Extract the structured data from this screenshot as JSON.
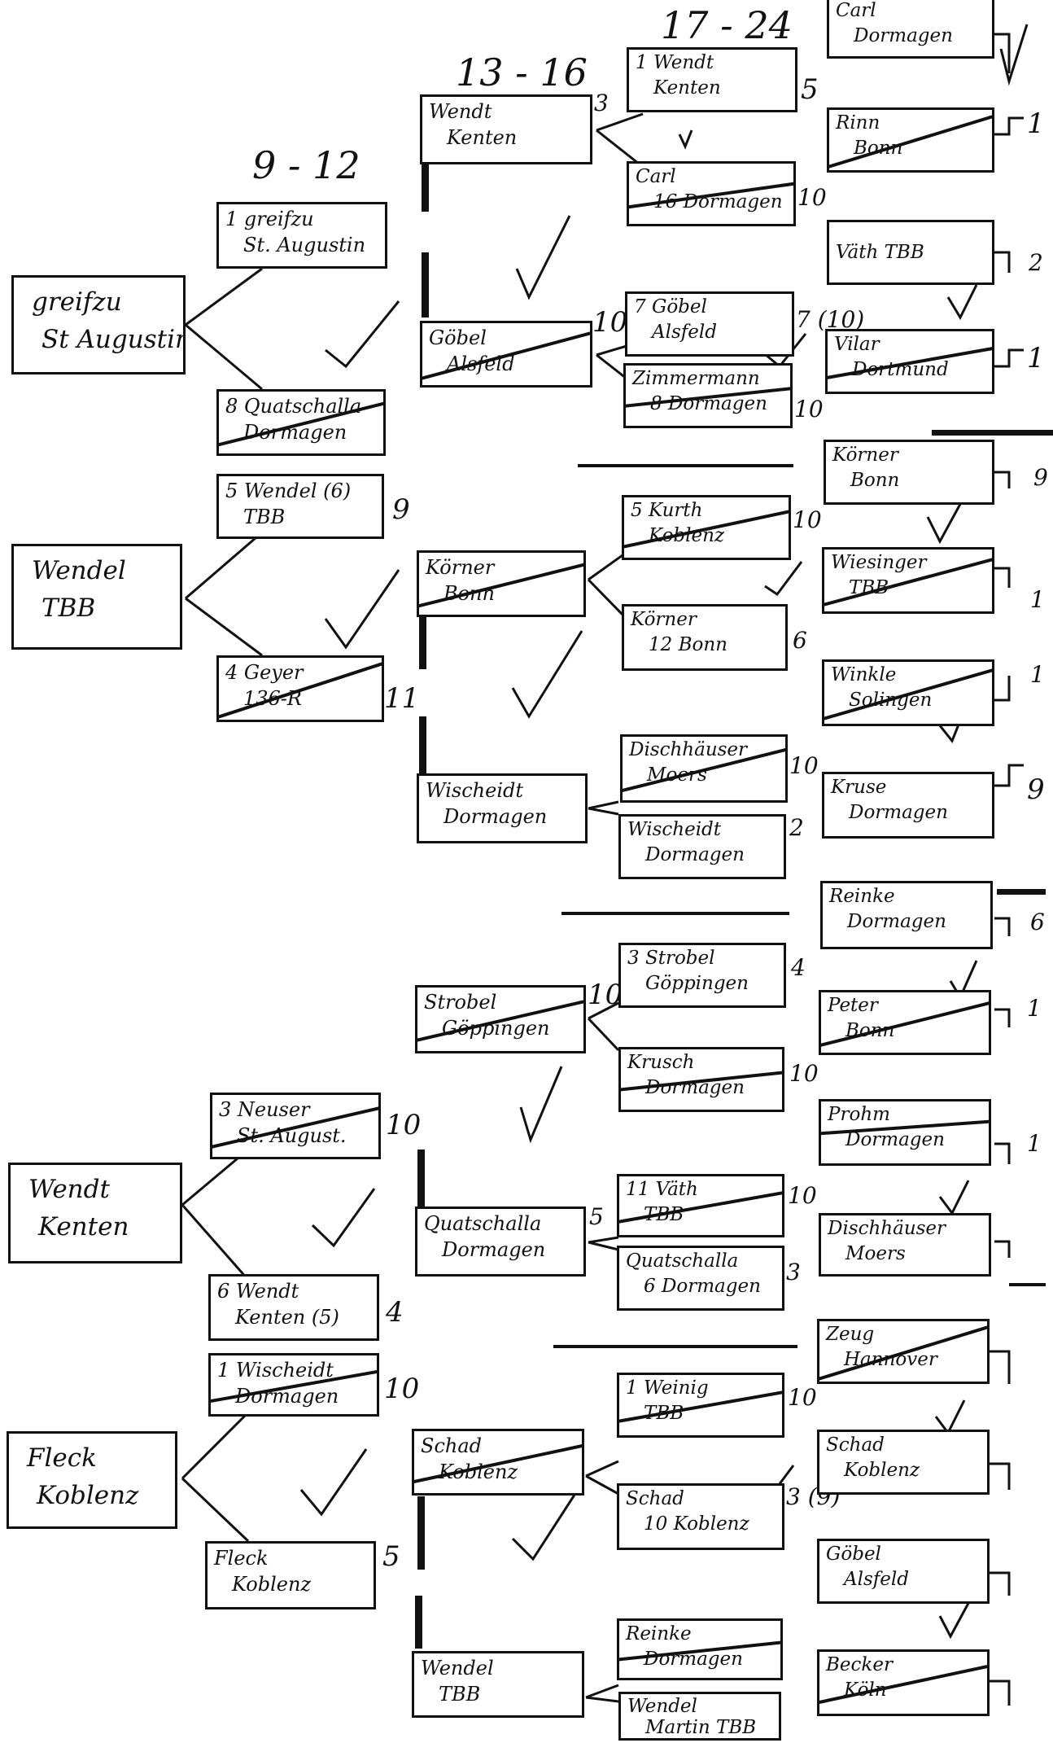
{
  "headers": {
    "h17_24": "17 - 24",
    "h13_16": "13 - 16",
    "h9_12": "9 - 12"
  },
  "col0": [
    {
      "l1": "greifzu",
      "l2": "St Augustin"
    },
    {
      "l1": "Wendel",
      "l2": "TBB"
    },
    {
      "l1": "Wendt",
      "l2": "Kenten"
    },
    {
      "l1": "Fleck",
      "l2": "Koblenz"
    }
  ],
  "col1": [
    {
      "l1": "1 greifzu",
      "l2": "St. Augustin",
      "crossed": false,
      "score": ""
    },
    {
      "l1": "8 Quatschalla",
      "l2": "Dormagen",
      "crossed": true,
      "score": ""
    },
    {
      "l1": "5 Wendel (6)",
      "l2": "TBB",
      "crossed": false,
      "score": "9"
    },
    {
      "l1": "4 Geyer",
      "l2": "136-R",
      "crossed": true,
      "score": "11"
    },
    {
      "l1": "3 Neuser",
      "l2": "St. August.",
      "crossed": true,
      "score": "10"
    },
    {
      "l1": "6 Wendt",
      "l2": "Kenten (5)",
      "crossed": false,
      "score": "4"
    },
    {
      "l1": "1 Wischeidt",
      "l2": "Dormagen",
      "crossed": true,
      "score": "10"
    },
    {
      "l1": "Fleck",
      "l2": "Koblenz",
      "crossed": false,
      "score": "5"
    }
  ],
  "col2": [
    {
      "l1": "Wendt",
      "l2": "Kenten",
      "crossed": false,
      "score": "3"
    },
    {
      "l1": "Göbel",
      "l2": "Alsfeld",
      "crossed": true,
      "score": "10"
    },
    {
      "l1": "Körner",
      "l2": "Bonn",
      "crossed": true,
      "score": ""
    },
    {
      "l1": "Wischeidt",
      "l2": "Dormagen",
      "crossed": false,
      "score": ""
    },
    {
      "l1": "Strobel",
      "l2": "Göppingen",
      "crossed": true,
      "score": "10"
    },
    {
      "l1": "Quatschalla",
      "l2": "Dormagen",
      "crossed": false,
      "score": "5"
    },
    {
      "l1": "Schad",
      "l2": "Koblenz",
      "crossed": true,
      "score": ""
    },
    {
      "l1": "Wendel",
      "l2": "TBB",
      "crossed": false,
      "score": ""
    }
  ],
  "col3": [
    {
      "l1": "1 Wendt",
      "l2": "Kenten",
      "crossed": false,
      "score": "5"
    },
    {
      "l1": "Carl",
      "l2": "16 Dormagen",
      "crossed": true,
      "score": "10"
    },
    {
      "l1": "7 Göbel",
      "l2": "Alsfeld",
      "crossed": false,
      "score": "7 (10)"
    },
    {
      "l1": "Zimmermann",
      "l2": "8 Dormagen",
      "crossed": true,
      "score": "10"
    },
    {
      "l1": "5 Kurth",
      "l2": "Koblenz",
      "crossed": true,
      "score": "10"
    },
    {
      "l1": "Körner",
      "l2": "12 Bonn",
      "crossed": false,
      "score": "6"
    },
    {
      "l1": "Dischhäuser",
      "l2": "Moers",
      "crossed": true,
      "score": "10"
    },
    {
      "l1": "Wischeidt",
      "l2": "Dormagen",
      "crossed": false,
      "score": "2"
    },
    {
      "l1": "3 Strobel",
      "l2": "Göppingen",
      "crossed": false,
      "score": "4"
    },
    {
      "l1": "Krusch",
      "l2": "Dormagen",
      "crossed": true,
      "score": "10"
    },
    {
      "l1": "11 Väth",
      "l2": "TBB",
      "crossed": true,
      "score": "10"
    },
    {
      "l1": "Quatschalla",
      "l2": "6 Dormagen",
      "crossed": false,
      "score": "3"
    },
    {
      "l1": "1 Weinig",
      "l2": "TBB",
      "crossed": true,
      "score": "10"
    },
    {
      "l1": "Schad",
      "l2": "10 Koblenz",
      "crossed": false,
      "score": "3 (9)"
    },
    {
      "l1": "Reinke",
      "l2": "Dormagen",
      "crossed": true,
      "score": ""
    },
    {
      "l1": "Wendel",
      "l2": "Martin TBB",
      "crossed": false,
      "score": ""
    }
  ],
  "col4": [
    {
      "l1": "Carl",
      "l2": "Dormagen",
      "crossed": false,
      "score": ""
    },
    {
      "l1": "Rinn",
      "l2": "Bonn",
      "crossed": true,
      "score": "1"
    },
    {
      "l1": "Väth  TBB",
      "l2": "",
      "crossed": false,
      "score": "2"
    },
    {
      "l1": "Vilar",
      "l2": "Dortmund",
      "crossed": true,
      "score": "1"
    },
    {
      "l1": "Körner",
      "l2": "Bonn",
      "crossed": false,
      "score": "9"
    },
    {
      "l1": "Wiesinger",
      "l2": "TBB",
      "crossed": true,
      "score": "1"
    },
    {
      "l1": "Winkle",
      "l2": "Solingen",
      "crossed": true,
      "score": "1"
    },
    {
      "l1": "Kruse",
      "l2": "Dormagen",
      "crossed": false,
      "score": "9"
    },
    {
      "l1": "Reinke",
      "l2": "Dormagen",
      "crossed": false,
      "score": "6"
    },
    {
      "l1": "Peter",
      "l2": "Bonn",
      "crossed": true,
      "score": "1"
    },
    {
      "l1": "Prohm",
      "l2": "Dormagen",
      "crossed": true,
      "score": "1"
    },
    {
      "l1": "Dischhäuser",
      "l2": "Moers",
      "crossed": false,
      "score": ""
    },
    {
      "l1": "Zeug",
      "l2": "Hannover",
      "crossed": true,
      "score": ""
    },
    {
      "l1": "Schad",
      "l2": "Koblenz",
      "crossed": false,
      "score": ""
    },
    {
      "l1": "Göbel",
      "l2": "Alsfeld",
      "crossed": false,
      "score": ""
    },
    {
      "l1": "Becker",
      "l2": "Köln",
      "crossed": true,
      "score": ""
    }
  ]
}
